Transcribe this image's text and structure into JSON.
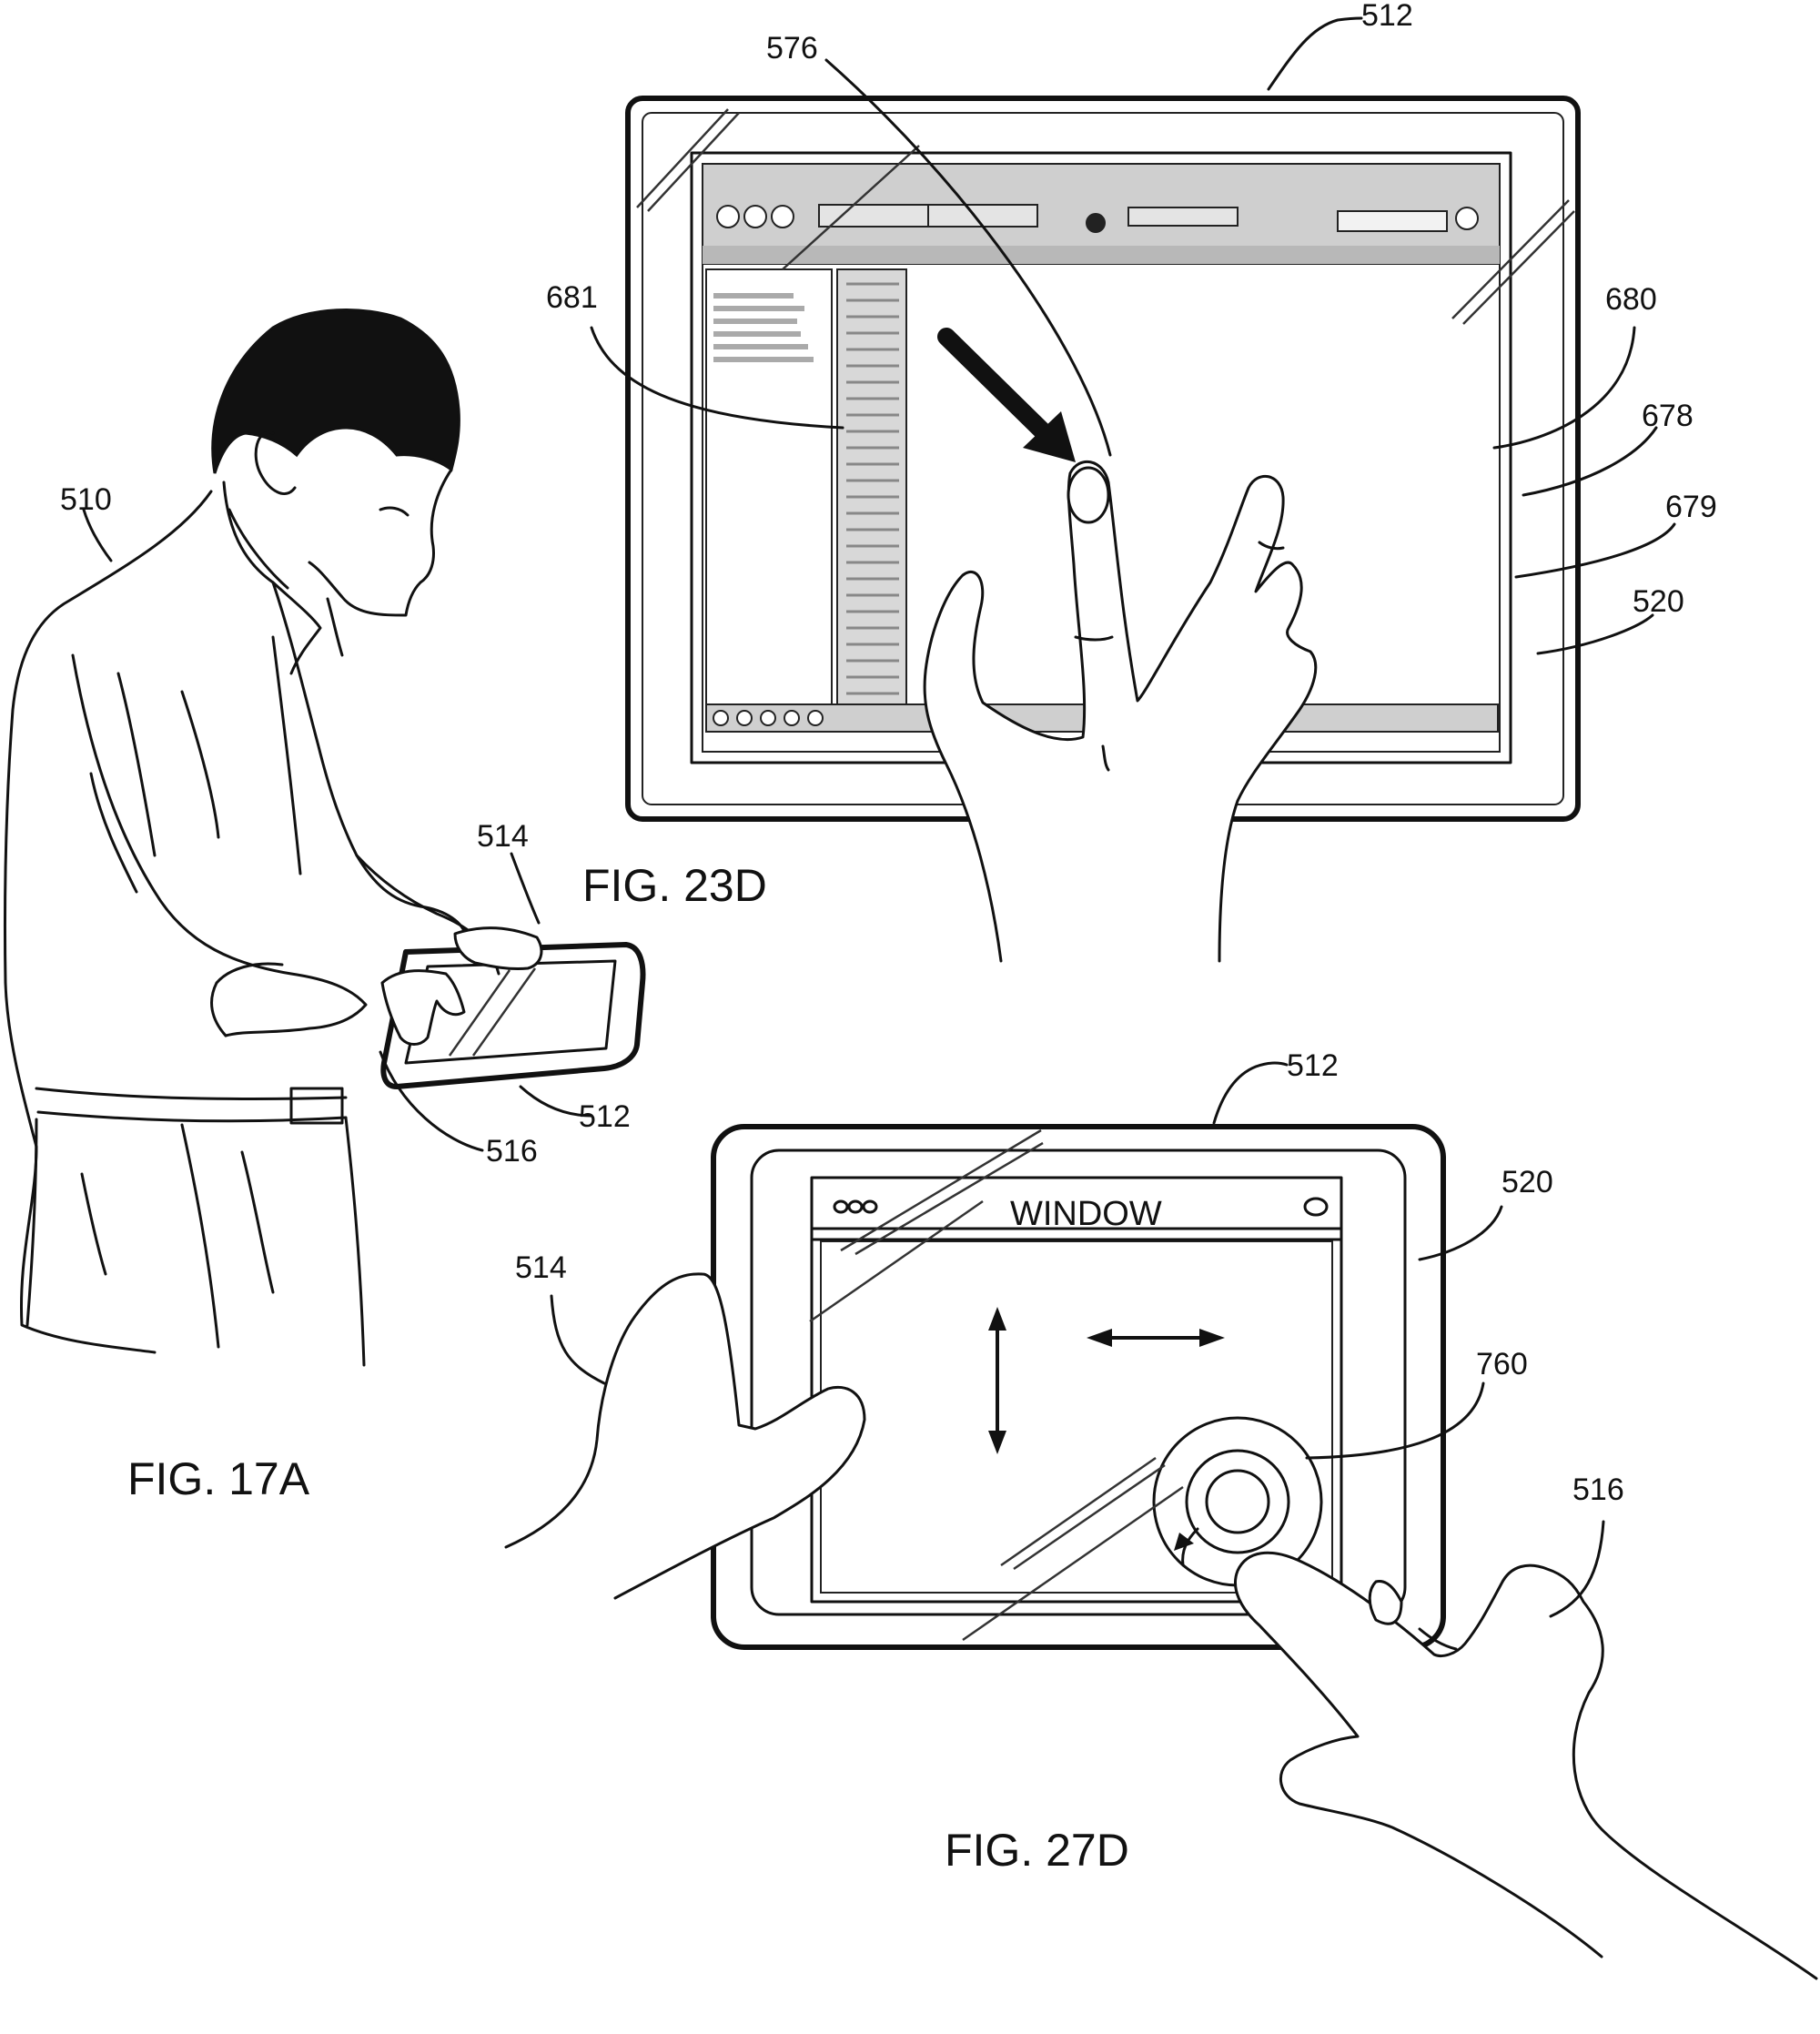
{
  "figures": {
    "fig17a": {
      "caption": "FIG. 17A",
      "refs": {
        "person": "510",
        "left_hand": "514",
        "device": "512",
        "right_hand": "516"
      }
    },
    "fig23d": {
      "caption": "FIG. 23D",
      "refs": {
        "device": "512",
        "arc": "576",
        "list": "681",
        "r680": "680",
        "r678": "678",
        "r679": "679",
        "screen": "520"
      }
    },
    "fig27d": {
      "caption": "FIG. 27D",
      "window_title": "WINDOW",
      "refs": {
        "device": "512",
        "screen": "520",
        "left_hand": "514",
        "wheel": "760",
        "right_hand": "516"
      }
    }
  }
}
